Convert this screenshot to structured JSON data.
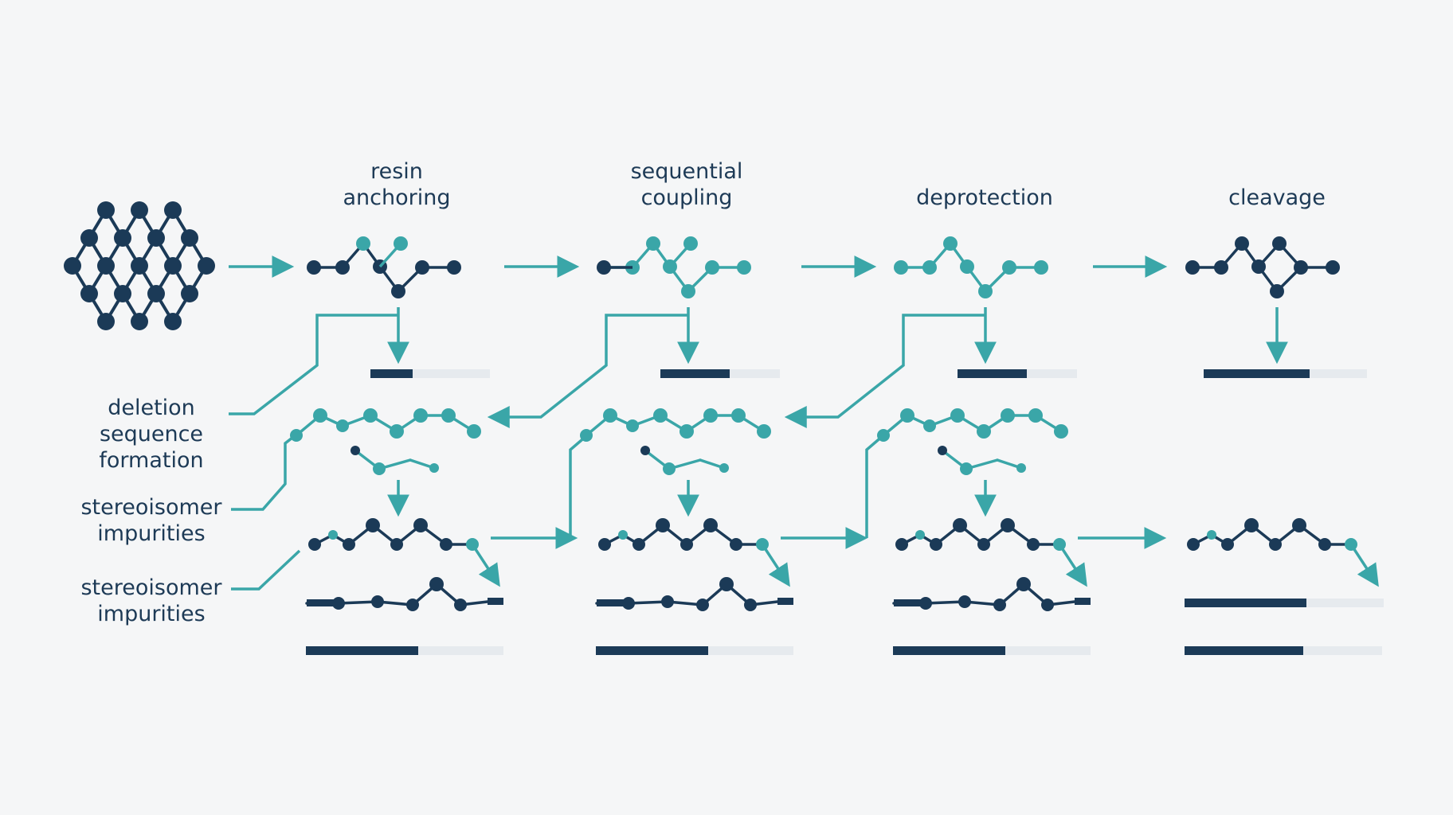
{
  "stages": [
    {
      "id": "resin",
      "label_lines": [
        "resin",
        "anchoring"
      ],
      "progress_top": 0.35,
      "progress_mid": 0.57
    },
    {
      "id": "coupling",
      "label_lines": [
        "sequential",
        "coupling"
      ],
      "progress_top": 0.58,
      "progress_mid": 0.57
    },
    {
      "id": "deprotection",
      "label_lines": [
        "deprotection"
      ],
      "progress_top": 0.58,
      "progress_mid": 0.57
    },
    {
      "id": "cleavage",
      "label_lines": [
        "cleavage"
      ],
      "progress_top": 0.65,
      "progress_mid": 0.6
    }
  ],
  "side_labels": [
    {
      "id": "deletion",
      "lines": [
        "deletion",
        "sequence",
        "formation"
      ]
    },
    {
      "id": "stereo1",
      "lines": [
        "stereoisomer",
        "impurities"
      ]
    },
    {
      "id": "stereo2",
      "lines": [
        "stereoisomer",
        "impurities"
      ]
    }
  ],
  "colors": {
    "teal": "#3aa6a8",
    "navy": "#1b3a57",
    "track": "#e6eaee",
    "background": "#f5f6f7"
  },
  "icons": {
    "resin": "hexagonal-lattice-icon",
    "chain": "molecule-chain-icon",
    "arrow": "flow-arrow-icon"
  }
}
